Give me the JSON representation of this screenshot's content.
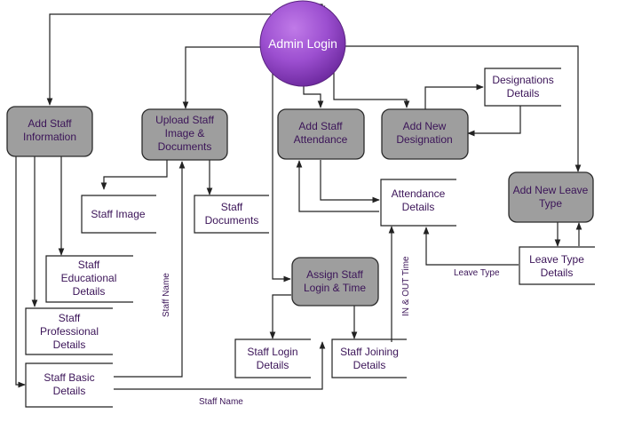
{
  "colors": {
    "process_fill": "#9e9e9e",
    "admin_fill": "#9c4fd0",
    "text": "#3b1458",
    "line": "#222222"
  },
  "admin": {
    "label": "Admin Login"
  },
  "processes": {
    "add_staff_info": [
      "Add Staff",
      "Information"
    ],
    "upload_staff": [
      "Upload Staff",
      "Image &",
      "Documents"
    ],
    "add_staff_attendance": [
      "Add Staff",
      "Attendance"
    ],
    "add_new_designation": [
      "Add New",
      "Designation"
    ],
    "add_new_leave_type": [
      "Add New Leave",
      "Type"
    ],
    "assign_staff_login": [
      "Assign Staff",
      "Login & Time"
    ]
  },
  "stores": {
    "designations_details": [
      "Designations",
      "Details"
    ],
    "staff_image": [
      "Staff Image"
    ],
    "staff_documents": [
      "Staff",
      "Documents"
    ],
    "attendance_details": [
      "Attendance",
      "Details"
    ],
    "staff_educational": [
      "Staff",
      "Educational",
      "Details"
    ],
    "staff_professional": [
      "Staff",
      "Professional",
      "Details"
    ],
    "staff_basic": [
      "Staff Basic",
      "Details"
    ],
    "leave_type_details": [
      "Leave Type",
      "Details"
    ],
    "staff_login_details": [
      "Staff Login",
      "Details"
    ],
    "staff_joining_details": [
      "Staff Joining",
      "Details"
    ]
  },
  "edge_labels": {
    "staff_name_vertical": "Staff Name",
    "in_out_time": "IN & OUT Time",
    "leave_type": "Leave Type",
    "staff_name_bottom": "Staff Name"
  }
}
